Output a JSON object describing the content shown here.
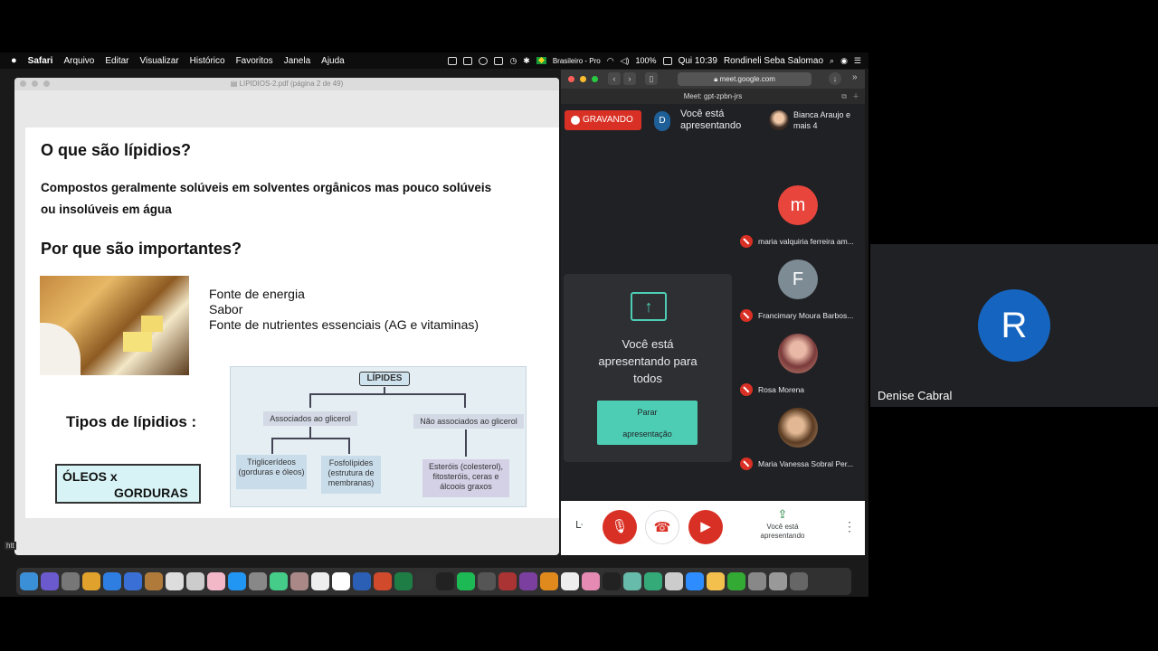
{
  "menubar": {
    "apple": "",
    "items": [
      "Safari",
      "Arquivo",
      "Editar",
      "Visualizar",
      "Histórico",
      "Favoritos",
      "Janela",
      "Ajuda"
    ],
    "input_source": "Brasileiro - Pro",
    "battery": "100%",
    "clock": "Qui 10:39",
    "user": "Rondineli Seba Salomao"
  },
  "pdf": {
    "window_title": "LIPIDIOS-2.pdf (página 2 de 49)",
    "heading1": "O que são lípidios?",
    "paragraph_line1": "Compostos geralmente solúveis em solventes orgânicos mas pouco solúveis",
    "paragraph_line2": "ou insolúveis em água",
    "heading2": "Por que são importantes?",
    "bullets": [
      "Fonte de energia",
      "Sabor",
      "Fonte de nutrientes essenciais (AG e vitaminas)"
    ],
    "heading3": "Tipos de lípidios :",
    "box_line1": "ÓLEOS x",
    "box_line2": "GORDURAS",
    "diagram": {
      "root": "LÍPIDES",
      "left_branch": "Associados ao glicerol",
      "right_branch": "Não associados ao glicerol",
      "leaf1": "Triglicerídeos (gorduras e óleos)",
      "leaf2": "Fosfolípides (estrutura de membranas)",
      "leaf3": "Esteróis (colesterol), fitosteróis, ceras e álcoois graxos"
    },
    "status_fragment": "htt"
  },
  "meet": {
    "url": "meet.google.com",
    "tab_title": "Meet: gpt-zpbn-jrs",
    "recording": "GRAVANDO",
    "presenter_initial": "D",
    "presenting_header": "Você está apresentando",
    "others": "Bianca Araujo e mais 4",
    "self_message": "Você está apresentando para todos",
    "stop_line1": "Parar",
    "stop_line2": "apresentação",
    "participants": [
      {
        "initial": "m",
        "color": "#e8453c",
        "name": "maria valquiria ferreira am..."
      },
      {
        "initial": "F",
        "color": "#7d8b94",
        "name": "Francimary Moura Barbos..."
      },
      {
        "initial": "",
        "color": "#c98a7a",
        "name": "Rosa Morena"
      },
      {
        "initial": "",
        "color": "#b89071",
        "name": "Maria Vanessa Sobral Per..."
      }
    ],
    "bottom_present_label": "Você está apresentando",
    "bottom_left_glyph": "ᒷ"
  },
  "denise": {
    "initial": "R",
    "name": "Denise Cabral"
  },
  "dock_colors": [
    "#3b8fd6",
    "#6a5acd",
    "#777",
    "#e0a22c",
    "#2e7de1",
    "#3a6fd6",
    "#b07a3a",
    "#ddd",
    "#ccc",
    "#f2b8c8",
    "#2196f3",
    "#888",
    "#4c8",
    "#a88",
    "#eee",
    "#fff",
    "#2b5fb5",
    "#d04a2b",
    "#1e7d45",
    "#333",
    "#222",
    "#1db954",
    "#555",
    "#a33",
    "#7b3fa0",
    "#e08a1e",
    "#eee",
    "#e58bb3",
    "#222",
    "#6ba",
    "#3a7",
    "#ccc",
    "#2d8cff",
    "#f4c04d",
    "#3a3",
    "#888",
    "#999",
    "#666"
  ]
}
